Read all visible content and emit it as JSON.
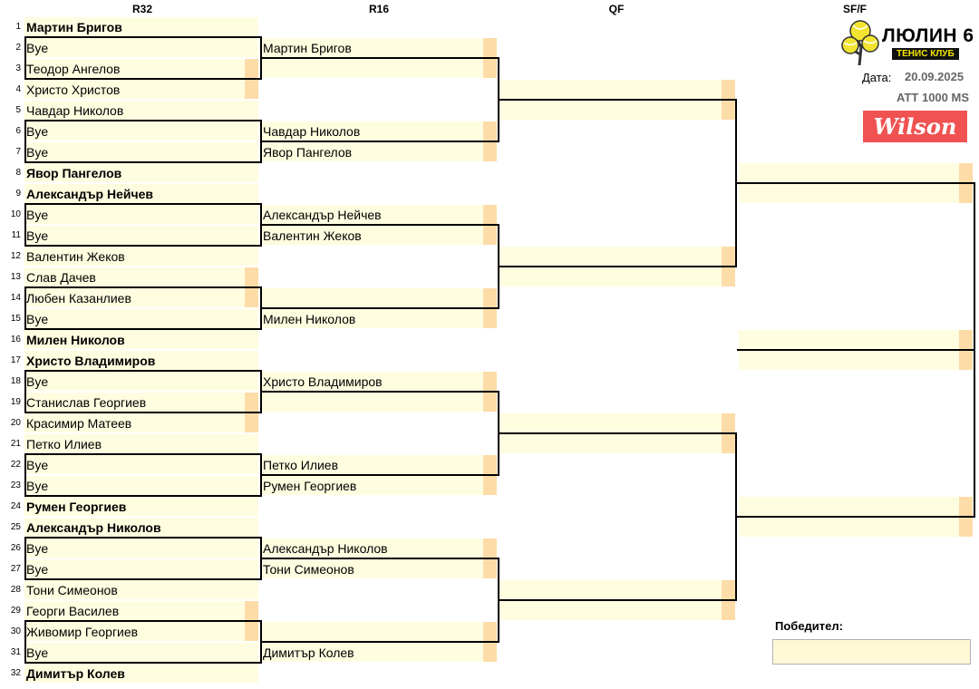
{
  "rounds": [
    "R32",
    "R16",
    "QF",
    "SF/F"
  ],
  "logo": {
    "title": "ЛЮЛИН 6",
    "subtitle": "ТЕНИС КЛУБ"
  },
  "date_label": "Дата:",
  "date": "20.09.2025",
  "tournament": "ATT 1000 MS",
  "sponsor": "Wilson",
  "winner_label": "Победител:",
  "winner": "",
  "r32": [
    {
      "n": "1",
      "name": "Мартин Бригов",
      "seed": true
    },
    {
      "n": "2",
      "name": "Bye"
    },
    {
      "n": "3",
      "name": "Теодор Ангелов"
    },
    {
      "n": "4",
      "name": "Христо Христов"
    },
    {
      "n": "5",
      "name": "Чавдар Николов"
    },
    {
      "n": "6",
      "name": "Bye"
    },
    {
      "n": "7",
      "name": "Bye"
    },
    {
      "n": "8",
      "name": "Явор Пангелов",
      "seed": true
    },
    {
      "n": "9",
      "name": "Александър Нейчев",
      "seed": true
    },
    {
      "n": "10",
      "name": "Bye"
    },
    {
      "n": "11",
      "name": "Bye"
    },
    {
      "n": "12",
      "name": "Валентин Жеков"
    },
    {
      "n": "13",
      "name": "Слав Дачев"
    },
    {
      "n": "14",
      "name": "Любен Казанлиев"
    },
    {
      "n": "15",
      "name": "Bye"
    },
    {
      "n": "16",
      "name": "Милен Николов",
      "seed": true
    },
    {
      "n": "17",
      "name": "Христо Владимиров",
      "seed": true
    },
    {
      "n": "18",
      "name": "Bye"
    },
    {
      "n": "19",
      "name": "Станислав Георгиев"
    },
    {
      "n": "20",
      "name": "Красимир Матеев"
    },
    {
      "n": "21",
      "name": "Петко Илиев"
    },
    {
      "n": "22",
      "name": "Bye"
    },
    {
      "n": "23",
      "name": "Bye"
    },
    {
      "n": "24",
      "name": "Румен Георгиев",
      "seed": true
    },
    {
      "n": "25",
      "name": "Александър Николов",
      "seed": true
    },
    {
      "n": "26",
      "name": "Bye"
    },
    {
      "n": "27",
      "name": "Bye"
    },
    {
      "n": "28",
      "name": "Тони Симеонов"
    },
    {
      "n": "29",
      "name": "Георги Василев"
    },
    {
      "n": "30",
      "name": "Живомир Георгиев"
    },
    {
      "n": "31",
      "name": "Bye"
    },
    {
      "n": "32",
      "name": "Димитър Колев",
      "seed": true
    }
  ],
  "r16": [
    "Мартин Бригов",
    "",
    "Чавдар Николов",
    "Явор Пангелов",
    "Александър Нейчев",
    "Валентин Жеков",
    "",
    "Милен Николов",
    "Христо Владимиров",
    "",
    "Петко Илиев",
    "Румен Георгиев",
    "Александър Николов",
    "Тони Симеонов",
    "",
    "Димитър Колев"
  ],
  "qf": [
    "",
    "",
    "",
    "",
    "",
    "",
    "",
    ""
  ],
  "sf": [
    "",
    "",
    "",
    ""
  ],
  "final": [
    "",
    ""
  ]
}
